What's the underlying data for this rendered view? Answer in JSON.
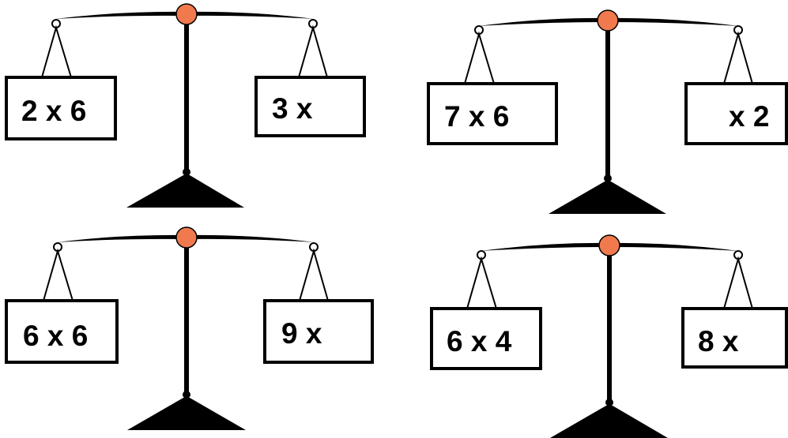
{
  "colors": {
    "pivot": "#f07a4e",
    "ink": "#000000",
    "box_fill": "#ffffff"
  },
  "balances": [
    {
      "left_label": "2 x 6",
      "right_label": "3 x"
    },
    {
      "left_label": "7 x 6",
      "right_label": "x 2"
    },
    {
      "left_label": "6 x 6",
      "right_label": "9 x"
    },
    {
      "left_label": "6 x 4",
      "right_label": "8 x"
    }
  ]
}
